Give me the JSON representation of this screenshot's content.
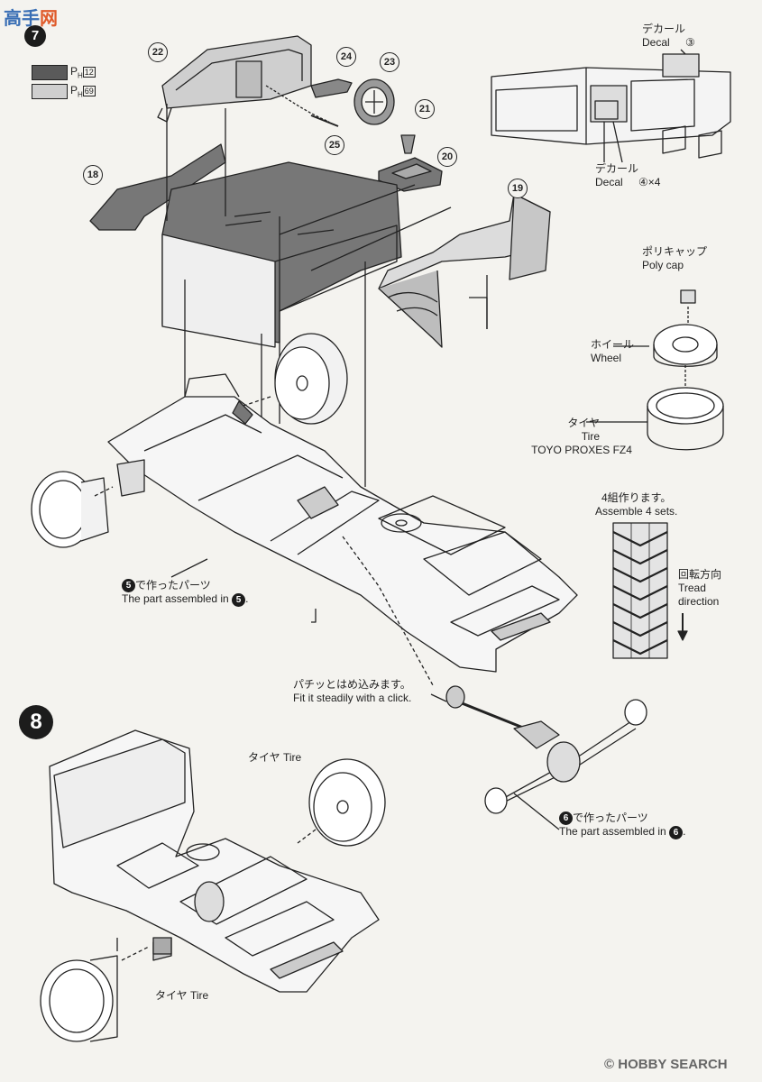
{
  "watermark_top": {
    "cn": "高手",
    "brand": "网"
  },
  "watermark_bottom": {
    "brand": "HOBBY SEARCH",
    "copyright": "©"
  },
  "step7": {
    "number": "7"
  },
  "step8": {
    "number": "8"
  },
  "color_legend": [
    {
      "swatch": "#5a5a5a",
      "code_prefix": "P",
      "code_sub": "H",
      "code_num": "12"
    },
    {
      "swatch": "#cfcfcf",
      "code_prefix": "P",
      "code_sub": "H",
      "code_num": "69"
    }
  ],
  "parts": {
    "p18": "18",
    "p19": "19",
    "p20": "20",
    "p21": "21",
    "p22": "22",
    "p23": "23",
    "p24": "24",
    "p25": "25"
  },
  "decal_top": {
    "jp": "デカール",
    "en": "Decal",
    "num": "③"
  },
  "decal_bottom": {
    "jp": "デカール",
    "en": "Decal",
    "num": "④×4"
  },
  "polycap": {
    "jp": "ポリキャップ",
    "en": "Poly cap"
  },
  "wheel": {
    "jp": "ホイール",
    "en": "Wheel"
  },
  "tire": {
    "jp": "タイヤ",
    "en": "Tire",
    "brand": "TOYO PROXES FZ4"
  },
  "assemble": {
    "jp": "4組作ります。",
    "en": "Assemble 4 sets."
  },
  "tread": {
    "jp": "回転方向",
    "en1": "Tread",
    "en2": "direction"
  },
  "part5": {
    "num": "5",
    "jp": "で作ったパーツ",
    "en": "The part assembled in"
  },
  "part6": {
    "num": "6",
    "jp": "で作ったパーツ",
    "en": "The part assembled in"
  },
  "click": {
    "jp": "パチッとはめ込みます。",
    "en": "Fit it steadily with a click."
  },
  "tire_label_top": "タイヤ Tire",
  "tire_label_bottom": "タイヤ Tire"
}
